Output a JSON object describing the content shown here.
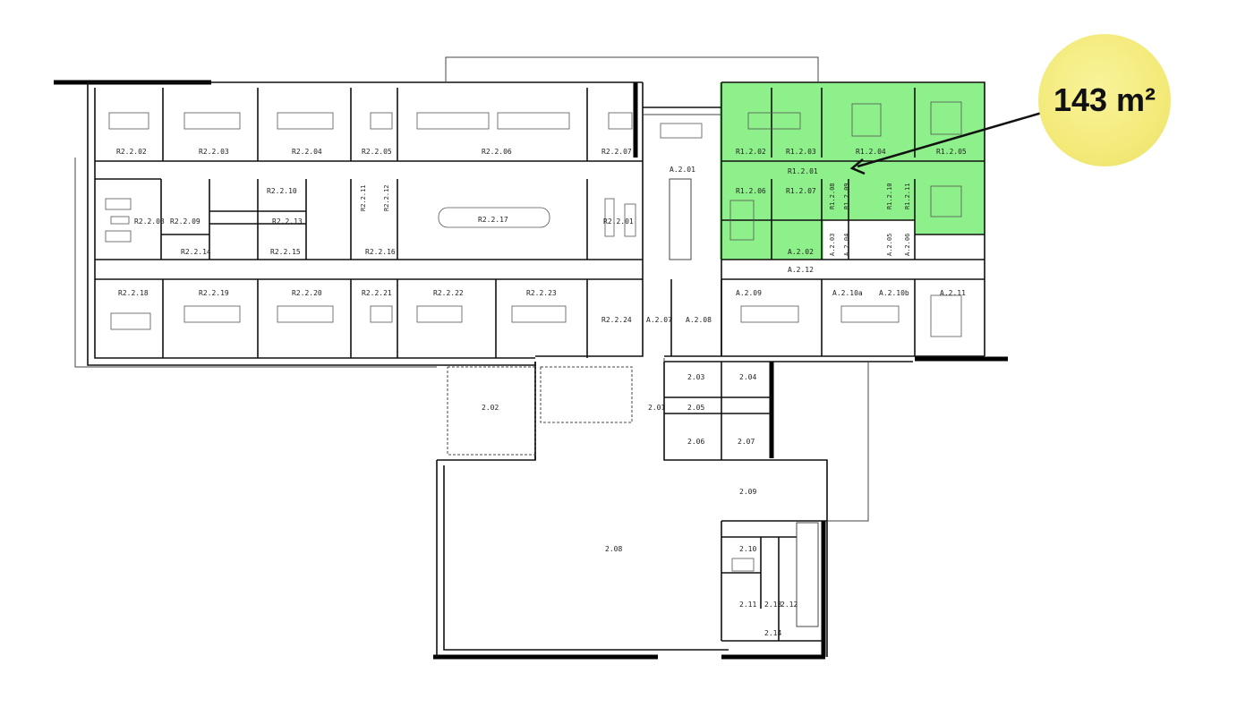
{
  "area_badge": {
    "text": "143 m²"
  },
  "colors": {
    "highlight": "#8ef08a",
    "badge": "#f3ea7a",
    "wall": "#111111"
  },
  "rooms": {
    "r2202": "R2.2.02",
    "r2203": "R2.2.03",
    "r2204": "R2.2.04",
    "r2205": "R2.2.05",
    "r2206": "R2.2.06",
    "r2207": "R2.2.07",
    "a201": "A.2.01",
    "r1202": "R1.2.02",
    "r1203": "R1.2.03",
    "r1204": "R1.2.04",
    "r1205": "R1.2.05",
    "r1201": "R1.2.01",
    "r2210": "R2.2.10",
    "r2211": "R2.2.11",
    "r2212": "R2.2.12",
    "r2208": "R2.2.08",
    "r2209": "R2.2.09",
    "r2213": "R2.2.13",
    "r2217": "R2.2.17",
    "r2201": "R2.2.01",
    "r1206": "R1.2.06",
    "r1207": "R1.2.07",
    "r1208": "R1.2.08",
    "r1209": "R1.2.09",
    "r1210": "R1.2.10",
    "r1211": "R1.2.11",
    "r2214": "R2.2.14",
    "r2215": "R2.2.15",
    "r2216": "R2.2.16",
    "a202": "A.2.02",
    "a203": "A.2.03",
    "a204": "A.2.04",
    "a205": "A.2.05",
    "a206": "A.2.06",
    "a212": "A.2.12",
    "r2218": "R2.2.18",
    "r2219": "R2.2.19",
    "r2220": "R2.2.20",
    "r2221": "R2.2.21",
    "r2222": "R2.2.22",
    "r2223": "R2.2.23",
    "r2224": "R2.2.24",
    "a207": "A.2.07",
    "a208": "A.2.08",
    "a209": "A.2.09",
    "a210a": "A.2.10a",
    "a210b": "A.2.10b",
    "a211": "A.2.11",
    "s202": "2.02",
    "s201": "2.01",
    "s203": "2.03",
    "s204": "2.04",
    "s205": "2.05",
    "s206": "2.06",
    "s207": "2.07",
    "s209": "2.09",
    "s208": "2.08",
    "s210": "2.10",
    "s211": "2.11",
    "s213": "2.13",
    "s212": "2.12",
    "s214": "2.14"
  }
}
